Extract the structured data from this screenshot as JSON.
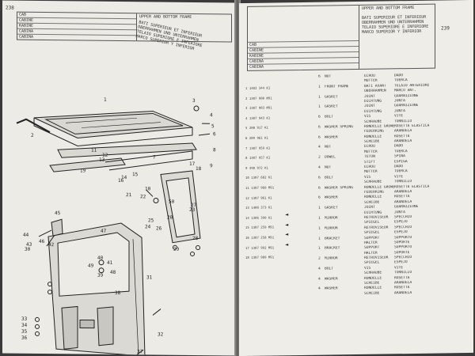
{
  "left_page": {
    "page_number": "238",
    "header": {
      "section_lines": [
        "CAB",
        "CABINE",
        "KABINE",
        "CABINA",
        "CABINA"
      ],
      "title_lines": [
        "UPPER AND BOTTOM FRAME",
        "BATI SUPERIEUR ET INFERIEUR",
        "OBERRAHMEN UND UNTERRAHMEN",
        "TELAIO SUPERIORE E INFERIORE",
        "MARCO SUPERIOR Y INFERIOR"
      ]
    },
    "callouts": [
      "1",
      "2",
      "3",
      "4",
      "5",
      "6",
      "7",
      "8",
      "9",
      "10",
      "11",
      "12",
      "13",
      "14",
      "15",
      "16",
      "17",
      "18",
      "19",
      "20",
      "21",
      "22",
      "23",
      "24",
      "25",
      "26",
      "27",
      "28",
      "29",
      "30",
      "31",
      "32",
      "33",
      "34",
      "35",
      "36",
      "37",
      "38",
      "39",
      "40",
      "41",
      "42",
      "43",
      "44",
      "45",
      "46",
      "47",
      "48",
      "49",
      "50"
    ]
  },
  "right_page": {
    "page_number": "239",
    "header": {
      "section_lines": [
        "CAB",
        "CABINE",
        "KABINE",
        "CABINA",
        "CABINA"
      ],
      "title_lines": [
        "UPPER AND BOTTOM FRAME",
        "BATI SUPERIEUR ET INFERIEUR",
        "OBERRAHMEN UND UNTERRAHMEN",
        "TELAIO SUPERIORE E INFERIORE",
        "MARCO SUPERIOR Y INFERIOR"
      ]
    },
    "part_codes": [
      "1 1402 344 K1",
      "2 1307 980 M91",
      "3 1307 983 M91",
      "4 1307 943 K1",
      "5 288 917 K1",
      "6 289 961 K1",
      "7 1307 959 K1",
      "8 1307 957 K1",
      "9 390 972 K1",
      "10 1307 682 K1",
      "11 1307 960 M91",
      "12 1307 961 K1",
      "13 1400 373 K1",
      "14 1306 390 K1",
      "15 1307 259 M91",
      "16 1307 258 M91",
      "17 1307 992 M91",
      "18 1307 989 M91"
    ],
    "arrows": [
      "◄",
      "◄",
      "◄",
      "◄"
    ],
    "parts": [
      {
        "qty": "6",
        "en": "NUT",
        "fr": "ECROU",
        "de": "MUTTER",
        "it": "DADO",
        "es": "TUERCA"
      },
      {
        "qty": "1",
        "en": "FRONT FRAME",
        "fr": "BATI AVANT",
        "de": "OBERRAHMEN",
        "it": "TELAIO ANTERIORE",
        "es": "MARCO ANT."
      },
      {
        "qty": "1",
        "en": "GASKET",
        "fr": "JOINT",
        "de": "DICHTUNG",
        "it": "GUARNIZIONE",
        "es": "JUNTA"
      },
      {
        "qty": "1",
        "en": "GASKET",
        "fr": "JOINT",
        "de": "DICHTUNG",
        "it": "GUARNIZIONE",
        "es": "JUNTA"
      },
      {
        "qty": "6",
        "en": "BOLT",
        "fr": "VIS",
        "de": "SCHRAUBE",
        "it": "VITE",
        "es": "TORNILLO"
      },
      {
        "qty": "6",
        "en": "WASHER SPRING",
        "fr": "RONDELLE GROWER",
        "de": "FEDERRING",
        "it": "ROSETTA ELASTICA",
        "es": "ARANDELA"
      },
      {
        "qty": "6",
        "en": "WASHER",
        "fr": "RONDELLE",
        "de": "SCHEIBE",
        "it": "ROSETTA",
        "es": "ARANDELA"
      },
      {
        "qty": "4",
        "en": "NUT",
        "fr": "ECROU",
        "de": "MUTTER",
        "it": "DADO",
        "es": "TUERCA"
      },
      {
        "qty": "2",
        "en": "DOWEL",
        "fr": "TETON",
        "de": "STIFT",
        "it": "SPINA",
        "es": "ESPIGA"
      },
      {
        "qty": "4",
        "en": "NUT",
        "fr": "ECROU",
        "de": "MUTTER",
        "it": "DADO",
        "es": "TUERCA"
      },
      {
        "qty": "6",
        "en": "BOLT",
        "fr": "VIS",
        "de": "SCHRAUBE",
        "it": "VITE",
        "es": "TORNILLO"
      },
      {
        "qty": "6",
        "en": "WASHER SPRING",
        "fr": "RONDELLE GROWER",
        "de": "FEDERRING",
        "it": "ROSETTA ELASTICA",
        "es": "ARANDELA"
      },
      {
        "qty": "6",
        "en": "WASHER",
        "fr": "RONDELLE",
        "de": "SCHEIBE",
        "it": "ROSETTA",
        "es": "ARANDELA"
      },
      {
        "qty": "1",
        "en": "GASKET",
        "fr": "JOINT",
        "de": "DICHTUNG",
        "it": "GUARNIZIONE",
        "es": "JUNTA"
      },
      {
        "qty": "1",
        "en": "MIRROR",
        "fr": "RETROVISEUR",
        "de": "SPIEGEL",
        "it": "SPECCHIO",
        "es": "ESPEJO"
      },
      {
        "qty": "1",
        "en": "MIRROR",
        "fr": "RETROVISEUR",
        "de": "SPIEGEL",
        "it": "SPECCHIO",
        "es": "ESPEJO"
      },
      {
        "qty": "1",
        "en": "BRACKET",
        "fr": "SUPPORT",
        "de": "HALTER",
        "it": "SUPPORTO",
        "es": "SOPORTE"
      },
      {
        "qty": "1",
        "en": "BRACKET",
        "fr": "SUPPORT",
        "de": "HALTER",
        "it": "SUPPORTO",
        "es": "SOPORTE"
      },
      {
        "qty": "2",
        "en": "MIRROR",
        "fr": "RETROVISEUR",
        "de": "SPIEGEL",
        "it": "SPECCHIO",
        "es": "ESPEJO"
      },
      {
        "qty": "4",
        "en": "BOLT",
        "fr": "VIS",
        "de": "SCHRAUBE",
        "it": "VITE",
        "es": "TORNILLO"
      },
      {
        "qty": "4",
        "en": "WASHER",
        "fr": "RONDELLE",
        "de": "SCHEIBE",
        "it": "ROSETTA",
        "es": "ARANDELA"
      },
      {
        "qty": "4",
        "en": "WASHER",
        "fr": "RONDELLE",
        "de": "SCHEIBE",
        "it": "ROSETTA",
        "es": "ARANDELA"
      }
    ]
  }
}
